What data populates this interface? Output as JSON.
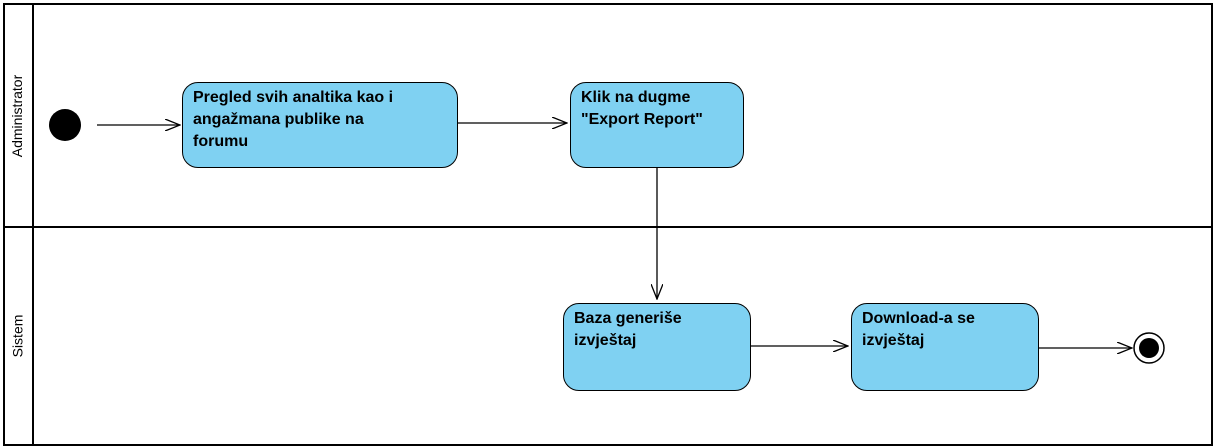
{
  "lanes": [
    {
      "label": "Administrator"
    },
    {
      "label": "Sistem"
    }
  ],
  "activities": [
    {
      "id": "a1",
      "text": "Pregled svih analtika kao i\nangažmana publike na\nforumu"
    },
    {
      "id": "a2",
      "text": "Klik na dugme\n\"Export Report\""
    },
    {
      "id": "a3",
      "text": "Baza generiše\nizvještaj"
    },
    {
      "id": "a4",
      "text": "Download-a se\nizvještaj"
    }
  ],
  "colors": {
    "activity_fill": "#7fd1f2",
    "line": "#000000"
  }
}
